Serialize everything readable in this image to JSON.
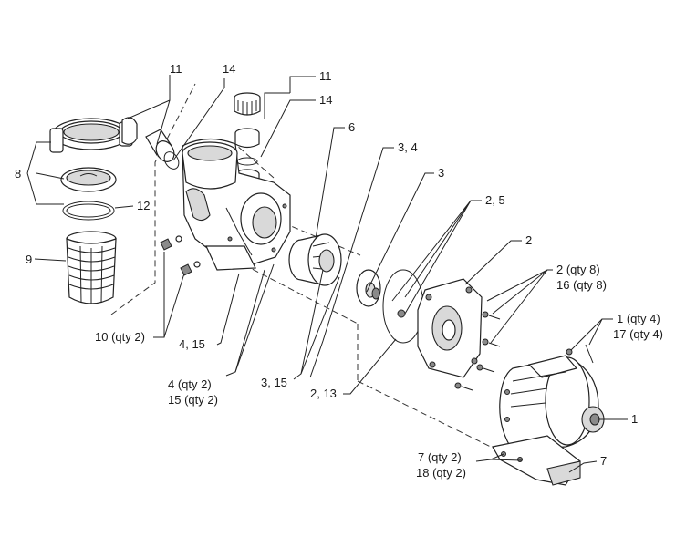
{
  "labels": {
    "l11a": "11",
    "l14a": "14",
    "l11b": "11",
    "l14b": "14",
    "l6": "6",
    "l34": "3, 4",
    "l3": "3",
    "l25": "2, 5",
    "l2": "2",
    "l8": "8",
    "l12": "12",
    "l9": "9",
    "l2q": "2 (qty 8)",
    "l16q": "16 (qty 8)",
    "l1q": "1 (qty 4)",
    "l17q": "17 (qty 4)",
    "l10q": "10 (qty 2)",
    "l415": "4, 15",
    "l4q": "4 (qty 2)",
    "l15q": "15 (qty 2)",
    "l315": "3, 15",
    "l213": "2, 13",
    "l1": "1",
    "l7q": "7 (qty 2)",
    "l18q": "18 (qty 2)",
    "l7": "7"
  },
  "parts": {
    "strainer_lid_ring": "lid-ring",
    "strainer_lid": "strainer-lid",
    "lid_oring": "lid-o-ring",
    "basket": "strainer-basket",
    "union_nut": "union-nut",
    "pump_body": "pump-housing",
    "diffuser": "diffuser",
    "impeller": "impeller",
    "seal_plate": "seal-plate",
    "motor": "motor",
    "base": "motor-base"
  }
}
